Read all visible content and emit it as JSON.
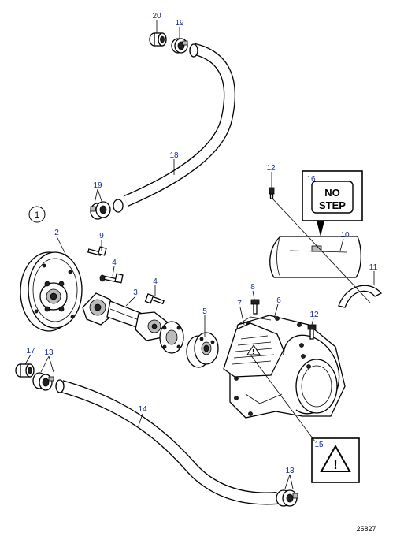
{
  "figure": {
    "group_number": "1",
    "document_number": "25827",
    "no_step_label_line1": "NO",
    "no_step_label_line2": "STEP"
  },
  "callouts": [
    {
      "id": "c20",
      "label": "20"
    },
    {
      "id": "c19a",
      "label": "19"
    },
    {
      "id": "c18",
      "label": "18"
    },
    {
      "id": "c19b",
      "label": "19"
    },
    {
      "id": "c12a",
      "label": "12"
    },
    {
      "id": "c16",
      "label": "16"
    },
    {
      "id": "c10",
      "label": "10"
    },
    {
      "id": "c11",
      "label": "11"
    },
    {
      "id": "c2",
      "label": "2"
    },
    {
      "id": "c9",
      "label": "9"
    },
    {
      "id": "c4a",
      "label": "4"
    },
    {
      "id": "c3",
      "label": "3"
    },
    {
      "id": "c4b",
      "label": "4"
    },
    {
      "id": "c8",
      "label": "8"
    },
    {
      "id": "c7",
      "label": "7"
    },
    {
      "id": "c6",
      "label": "6"
    },
    {
      "id": "c5",
      "label": "5"
    },
    {
      "id": "c12b",
      "label": "12"
    },
    {
      "id": "c17",
      "label": "17"
    },
    {
      "id": "c13a",
      "label": "13"
    },
    {
      "id": "c14",
      "label": "14"
    },
    {
      "id": "c15",
      "label": "15"
    },
    {
      "id": "c13b",
      "label": "13"
    }
  ],
  "colors": {
    "callout_text": "#1a2f8a",
    "line": "#000000",
    "background": "#ffffff"
  }
}
